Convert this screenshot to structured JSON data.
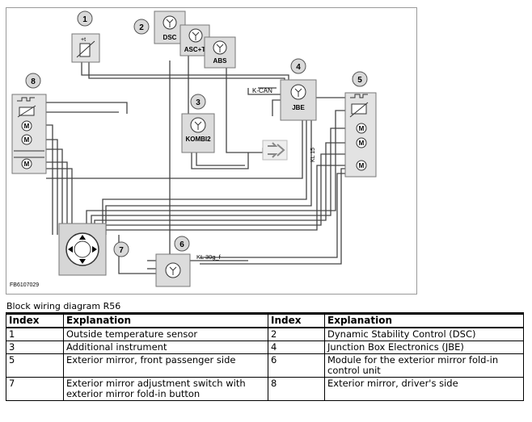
{
  "diagram": {
    "callouts": [
      "1",
      "2",
      "3",
      "4",
      "5",
      "6",
      "7",
      "8"
    ],
    "labels": {
      "dsc": "DSC",
      "asc": "ASC+T",
      "abs": "ABS",
      "kombi": "KOMBI2",
      "jbe": "JBE",
      "kcan": "K-CAN",
      "kl15": "KL 15",
      "kl30": "KL 30g_f",
      "figure_code": "FB6107029"
    }
  },
  "caption": "Block wiring diagram R56",
  "table": {
    "headers": [
      "Index",
      "Explanation",
      "Index",
      "Explanation"
    ],
    "rows": [
      {
        "i1": "1",
        "e1": "Outside temperature sensor",
        "i2": "2",
        "e2": "Dynamic Stability Control (DSC)"
      },
      {
        "i1": "3",
        "e1": "Additional instrument",
        "i2": "4",
        "e2": "Junction Box Electronics (JBE)"
      },
      {
        "i1": "5",
        "e1": "Exterior mirror, front passenger side",
        "i2": "6",
        "e2": "Module for the exterior mirror fold-in control unit"
      },
      {
        "i1": "7",
        "e1": "Exterior mirror adjustment switch with exterior mirror fold-in button",
        "i2": "8",
        "e2": "Exterior mirror, driver's side"
      }
    ]
  }
}
